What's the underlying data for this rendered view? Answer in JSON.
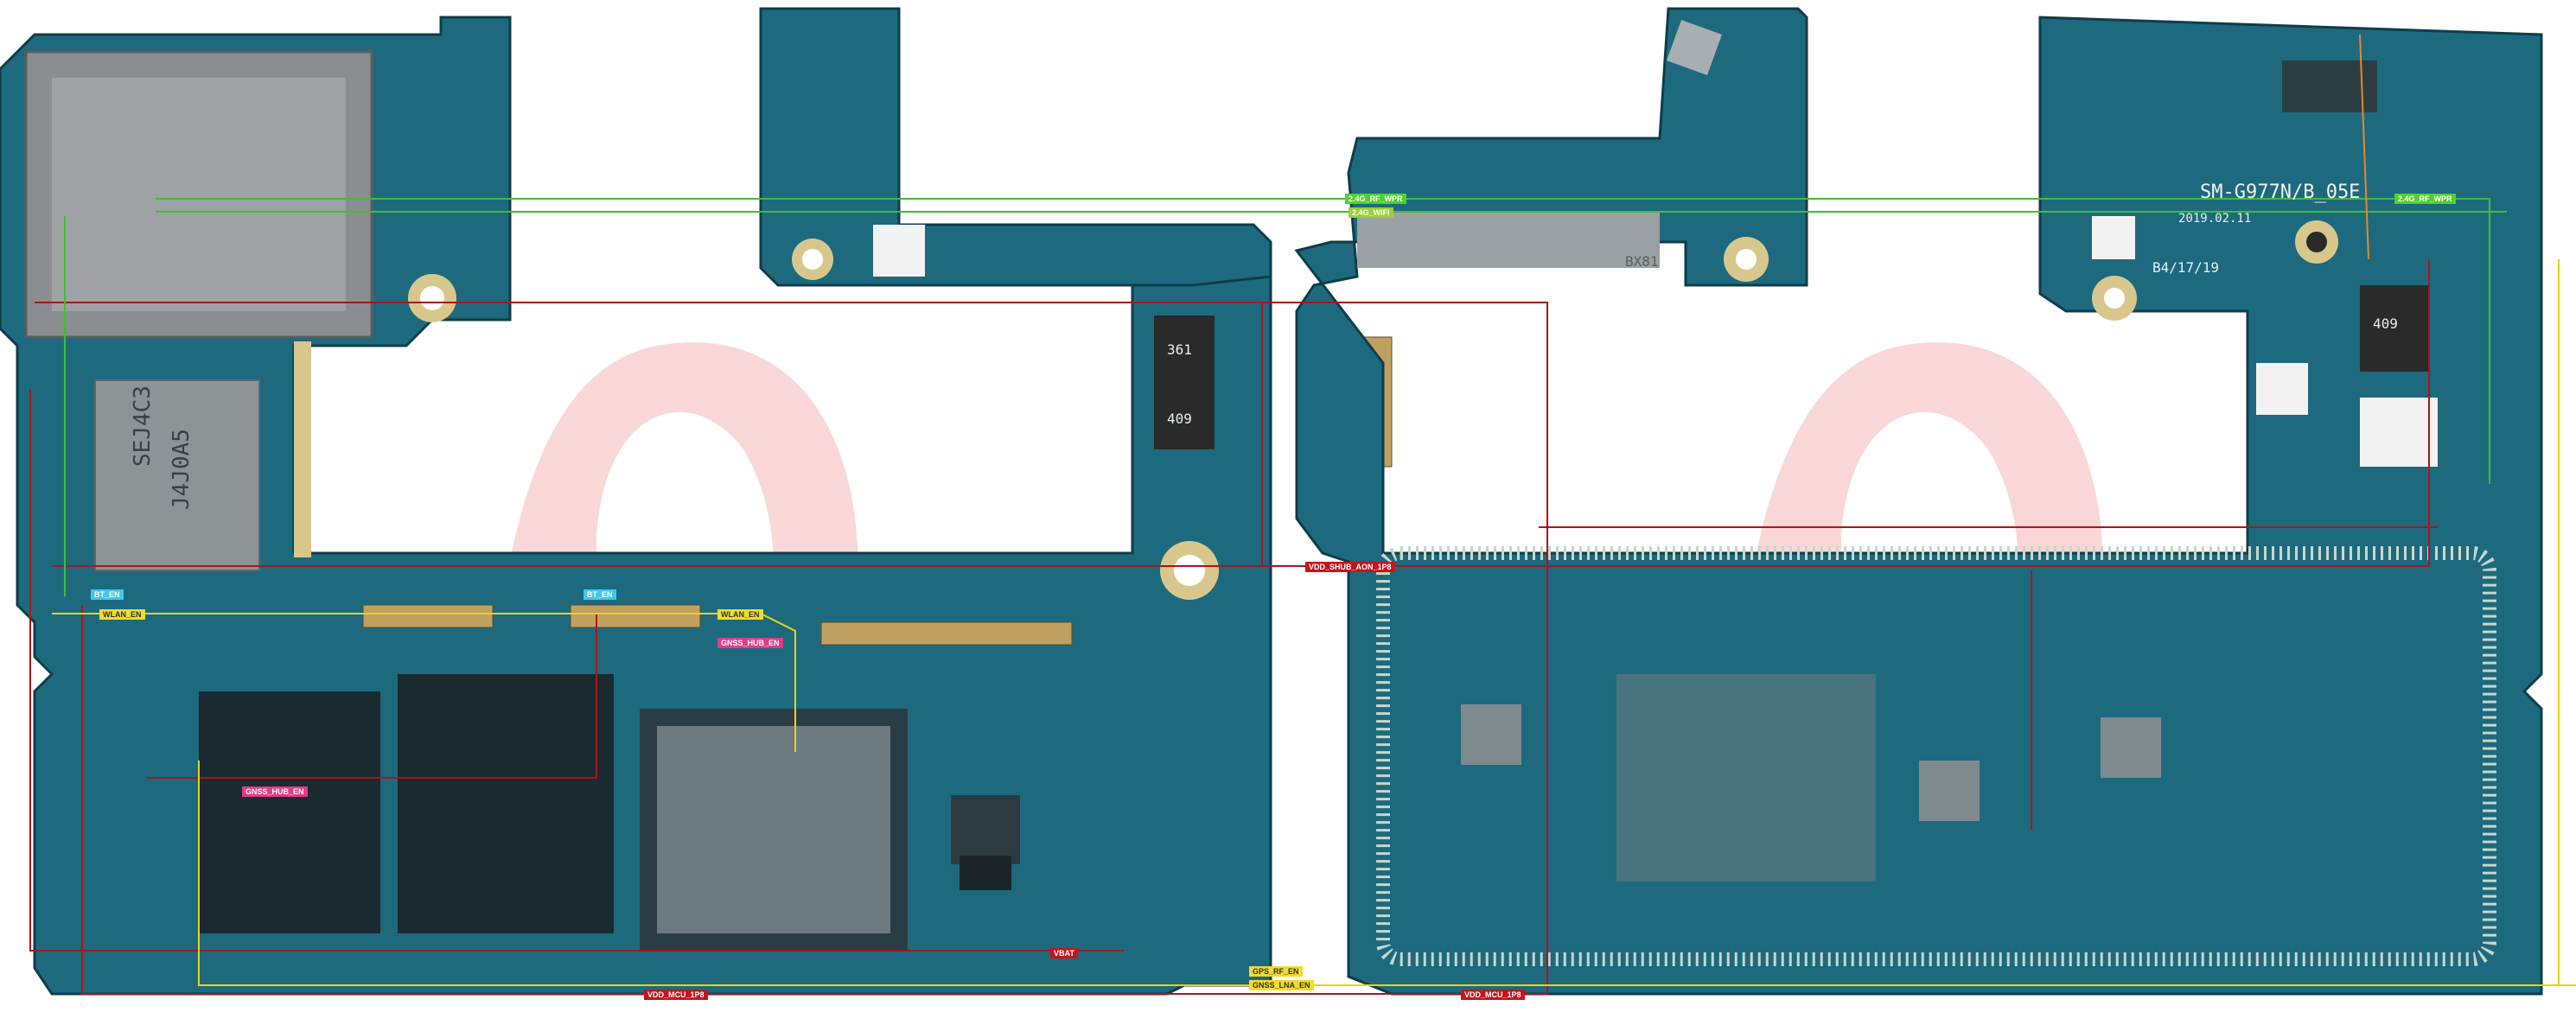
{
  "colors": {
    "pcb": "#1d6a7e",
    "pcb_dark": "#124c5c",
    "pad": "#d8c78c",
    "red_trace": "#b01218",
    "green_trace": "#3fbf2f",
    "yellow_trace": "#e8d21a",
    "orange_trace": "#e9862a",
    "watermark": "#f2aaaa",
    "label_red": "#c8141c",
    "label_green": "#4fd12b",
    "label_yellow": "#f0dc2a",
    "label_cyan": "#3cc8ef",
    "label_pink": "#e23a8a"
  },
  "board": {
    "model_marking": "SM-G977N/B_05E",
    "date_marking_1": "2019.02.11",
    "date_marking_2": "B4/17/19",
    "ram_chip_marking_1": "SEJ4C3",
    "ram_chip_marking_2": "J4J0A5",
    "inductor_marking_1": "361",
    "inductor_marking_2": "409",
    "inductor_marking_3": "409",
    "connector_marking": "BX81"
  },
  "signals": {
    "vdd_mcu_1p8_a": "VDD_MCU_1P8",
    "vdd_mcu_1p8_b": "VDD_MCU_1P8",
    "vdd_shub_aon_1p8": "VDD_SHUB_AON_1P8",
    "vbat": "VBAT",
    "wlan_en_left": "WLAN_EN",
    "wlan_en_mid": "WLAN_EN",
    "bt_en_left": "BT_EN",
    "bt_en_mid": "BT_EN",
    "gnss_hub_en_a": "GNSS_HUB_EN",
    "gnss_hub_en_b": "GNSS_HUB_EN",
    "gps_rf_en": "GPS_RF_EN",
    "gnss_lna_en": "GNSS_LNA_EN",
    "vdd_1p8_rf_top": "2.4G_RF_WPR",
    "vdd_1p8_rf_top2": "2.4G_WIFI",
    "vdd_1p8_rf_right": "2.4G_RF_WPR"
  }
}
